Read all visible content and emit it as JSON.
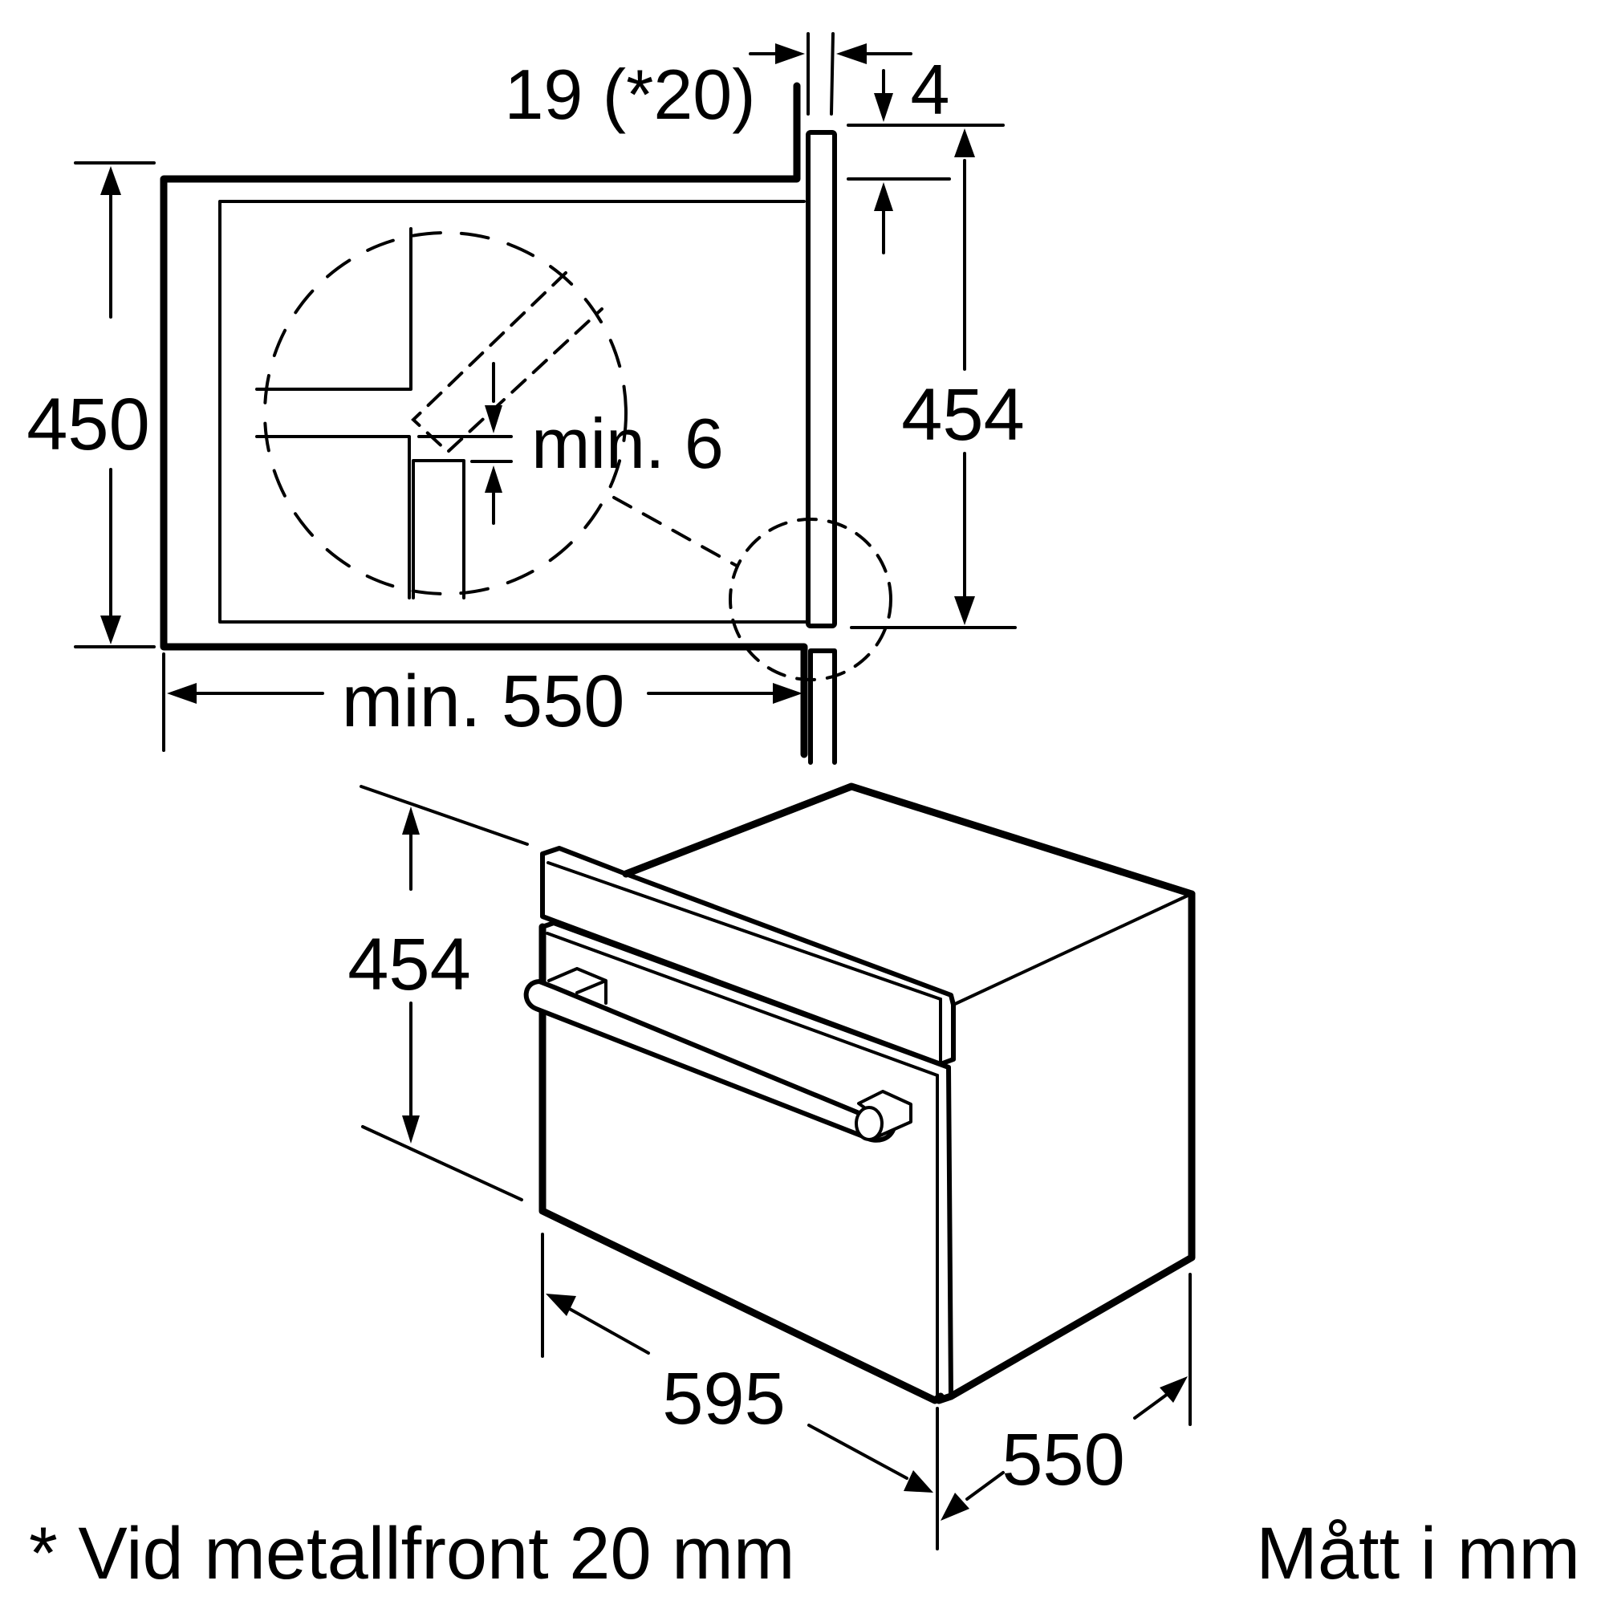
{
  "section_view": {
    "dim_cabinet_height": "450",
    "dim_niche_height": "454",
    "dim_gap": "min. 6",
    "dim_depth": "min. 550",
    "dim_panel_thickness": "19 (*20)",
    "dim_top_offset": "4"
  },
  "appliance_view": {
    "dim_height": "454",
    "dim_width": "595",
    "dim_depth": "550"
  },
  "footer": {
    "footnote": "* Vid metallfront 20 mm",
    "units_note": "Mått i mm"
  },
  "colors": {
    "line": "#000000",
    "background": "#ffffff"
  }
}
